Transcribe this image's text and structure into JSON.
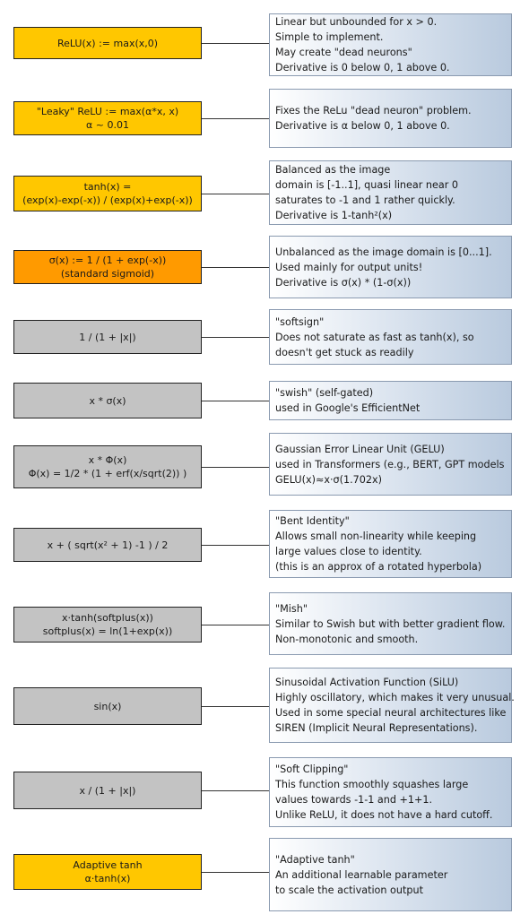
{
  "rows": [
    {
      "color": "yellow",
      "function": [
        "ReLU(x) := max(x,0)"
      ],
      "description": [
        "Linear but unbounded for x > 0.",
        "Simple to implement.",
        "May create \"dead neurons\"",
        "Derivative is 0 below 0, 1 above 0."
      ]
    },
    {
      "color": "yellow",
      "function": [
        "\"Leaky\" ReLU := max(α*x, x)",
        "α ~ 0.01"
      ],
      "description": [
        "Fixes the ReLu \"dead neuron\" problem.",
        "Derivative is α below 0, 1 above 0."
      ]
    },
    {
      "color": "yellow",
      "function": [
        "tanh(x) =",
        "(exp(x)-exp(-x)) / (exp(x)+exp(-x))"
      ],
      "description": [
        "Balanced as the image",
        "domain is [-1..1], quasi linear near 0",
        "saturates to -1 and 1 rather quickly.",
        "Derivative is 1-tanh²(x)"
      ]
    },
    {
      "color": "orange",
      "function": [
        "σ(x) := 1 / (1 + exp(-x))",
        "(standard sigmoid)"
      ],
      "description": [
        "Unbalanced as the image domain is [0...1].",
        "Used mainly for output units!",
        "Derivative is σ(x) * (1-σ(x))"
      ]
    },
    {
      "color": "gray",
      "function": [
        "1 / (1 + |x|)"
      ],
      "description": [
        "\"softsign\"",
        "Does not saturate as fast as tanh(x), so",
        "doesn't get stuck as readily"
      ]
    },
    {
      "color": "gray",
      "function": [
        "x * σ(x)"
      ],
      "description": [
        "\"swish\" (self-gated)",
        "used in Google's EfficientNet"
      ]
    },
    {
      "color": "gray",
      "function": [
        "x * Φ(x)",
        "Φ(x) = 1/2 * (1 + erf(x/sqrt(2)) )"
      ],
      "description": [
        "Gaussian Error Linear Unit (GELU)",
        "used in Transformers (e.g., BERT, GPT models",
        "GELU(x)≈x·σ(1.702x)"
      ]
    },
    {
      "color": "gray",
      "function": [
        "x + ( sqrt(x² + 1) -1 ) / 2"
      ],
      "description": [
        "\"Bent Identity\"",
        "Allows small non-linearity while keeping",
        "large values close to identity.",
        "(this is an approx of a rotated hyperbola)"
      ]
    },
    {
      "color": "gray",
      "function": [
        "x·tanh(softplus(x))",
        "softplus(x) = ln(1+exp(x))"
      ],
      "description": [
        "\"Mish\"",
        "Similar to Swish but with better gradient flow.",
        "Non-monotonic and smooth."
      ]
    },
    {
      "color": "gray",
      "function": [
        "sin(x)"
      ],
      "description": [
        "Sinusoidal Activation Function (SiLU)",
        "Highly oscillatory, which makes it very unusual.",
        "Used in some special neural architectures like",
        "SIREN (Implicit Neural Representations)."
      ]
    },
    {
      "color": "gray",
      "function": [
        "x / (1 + |x|)"
      ],
      "description": [
        "\"Soft Clipping\"",
        "This function smoothly squashes large",
        "values towards -1-1 and +1+1.",
        "Unlike ReLU, it does not have a hard cutoff."
      ]
    },
    {
      "color": "yellow",
      "function": [
        "Adaptive tanh",
        "α·tanh(x)"
      ],
      "description": [
        "\"Adaptive tanh\"",
        "An additional learnable parameter",
        "to scale the activation output"
      ]
    }
  ]
}
